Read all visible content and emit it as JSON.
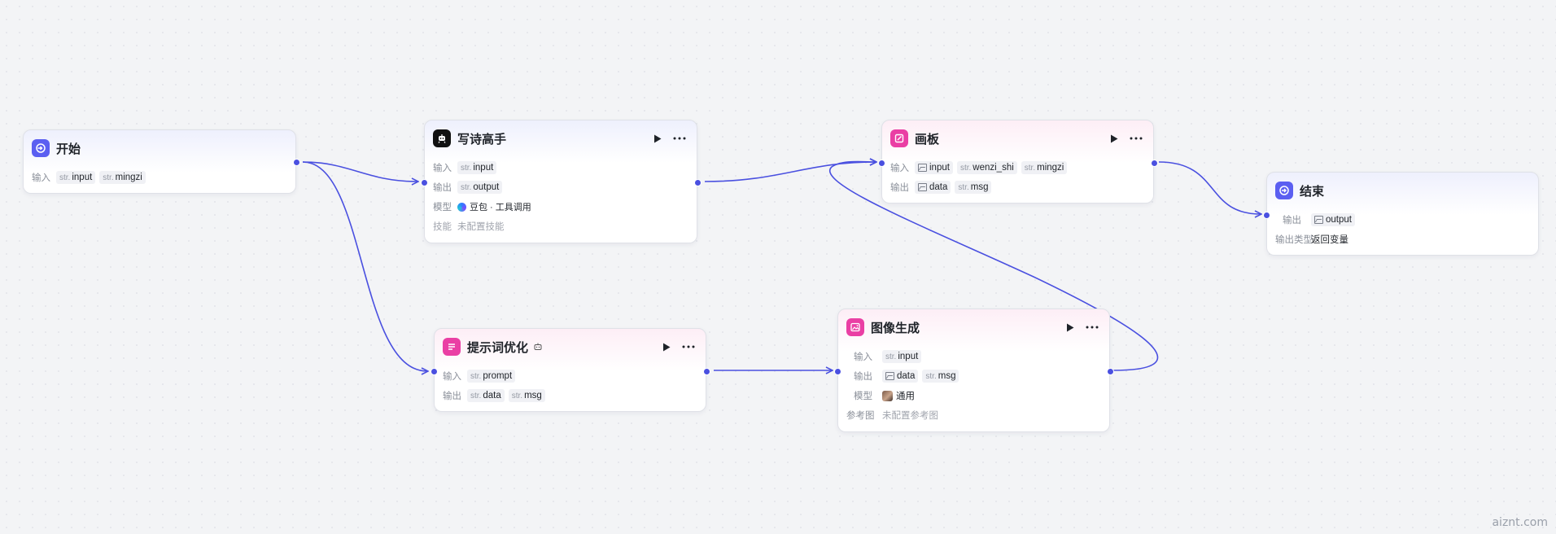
{
  "labels": {
    "input": "输入",
    "output": "输出",
    "model": "模型",
    "skills": "技能",
    "ref_image": "参考图",
    "output_type": "输出类型",
    "str": "str."
  },
  "nodes": {
    "start": {
      "title": "开始",
      "inputs": [
        "input",
        "mingzi"
      ]
    },
    "poet": {
      "title": "写诗高手",
      "inputs": [
        "input"
      ],
      "outputs": [
        "output"
      ],
      "model": "豆包 · 工具调用",
      "skills": "未配置技能"
    },
    "canvas": {
      "title": "画板",
      "inputs": [
        "input",
        "wenzi_shi",
        "mingzi"
      ],
      "outputs": [
        "data",
        "msg"
      ]
    },
    "end": {
      "title": "结束",
      "outputs": [
        "output"
      ],
      "output_type": "返回变量"
    },
    "prompt_opt": {
      "title": "提示词优化",
      "inputs": [
        "prompt"
      ],
      "outputs": [
        "data",
        "msg"
      ]
    },
    "image_gen": {
      "title": "图像生成",
      "inputs": [
        "input"
      ],
      "outputs": [
        "data",
        "msg"
      ],
      "model": "通用",
      "ref_image": "未配置参考图"
    }
  },
  "watermark": "aiznt.com",
  "colors": {
    "edge": "#4a50e0",
    "node_blue_icon": "#5b5ff1",
    "node_pink_icon": "#ea3fa4"
  },
  "icons": {
    "start": "start-arrow-icon",
    "poet": "llm-robot-icon",
    "canvas": "canvas-edit-icon",
    "end": "end-arrow-icon",
    "prompt_opt": "list-icon",
    "image_gen": "image-icon"
  }
}
